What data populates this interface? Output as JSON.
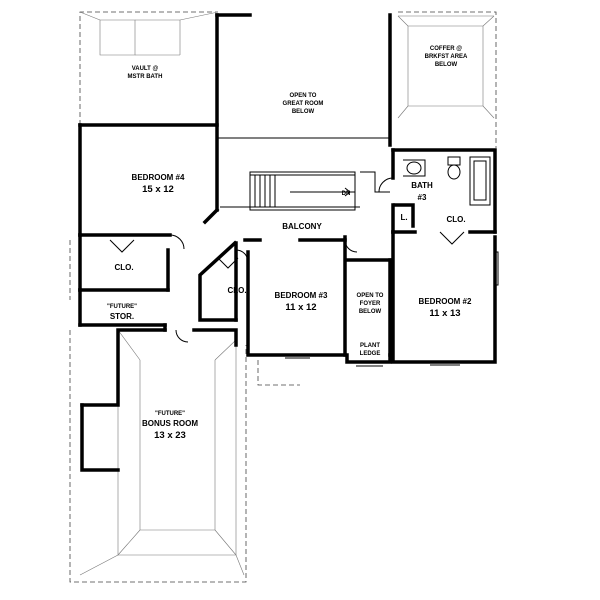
{
  "plan": {
    "rooms": {
      "vault": [
        "VAULT @",
        "MSTR BATH"
      ],
      "open_great_room": [
        "OPEN TO",
        "GREAT ROOM",
        "BELOW"
      ],
      "coffer": [
        "COFFER @",
        "BRKFST AREA",
        "BELOW"
      ],
      "bedroom4": {
        "name": "BEDROOM #4",
        "size": "15 x 12"
      },
      "bath3": [
        "BATH",
        "#3"
      ],
      "linen": "L.",
      "clo_bed2": "CLO.",
      "balcony": "BALCONY",
      "clo_bed4": "CLO.",
      "clo_bed3": "CLO.",
      "bedroom3": {
        "name": "BEDROOM #3",
        "size": "11 x 12"
      },
      "open_foyer": [
        "OPEN TO",
        "FOYER",
        "BELOW"
      ],
      "plant_ledge": [
        "PLANT",
        "LEDGE"
      ],
      "bedroom2": {
        "name": "BEDROOM #2",
        "size": "11 x 13"
      },
      "future_stor": [
        "\"FUTURE\"",
        "STOR."
      ],
      "bonus_room": {
        "future": "\"FUTURE\"",
        "name": "BONUS ROOM",
        "size": "13 x 23"
      }
    },
    "stair_label": "DN"
  }
}
